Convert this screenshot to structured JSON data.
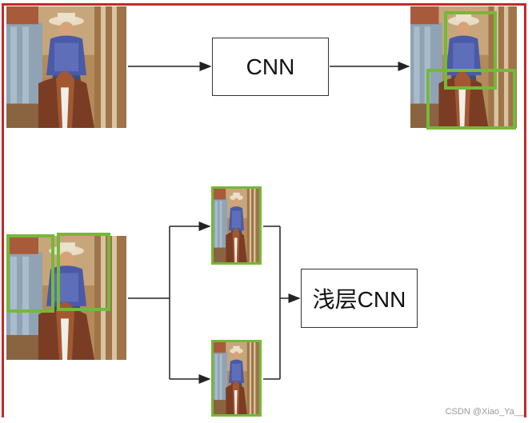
{
  "diagram": {
    "top_cnn_label": "CNN",
    "bottom_cnn_label": "浅层CNN",
    "watermark": "CSDN @Xiao_Ya__",
    "colors": {
      "frame": "#c62828",
      "detection_box": "#75b83a",
      "arrow": "#222222"
    }
  }
}
